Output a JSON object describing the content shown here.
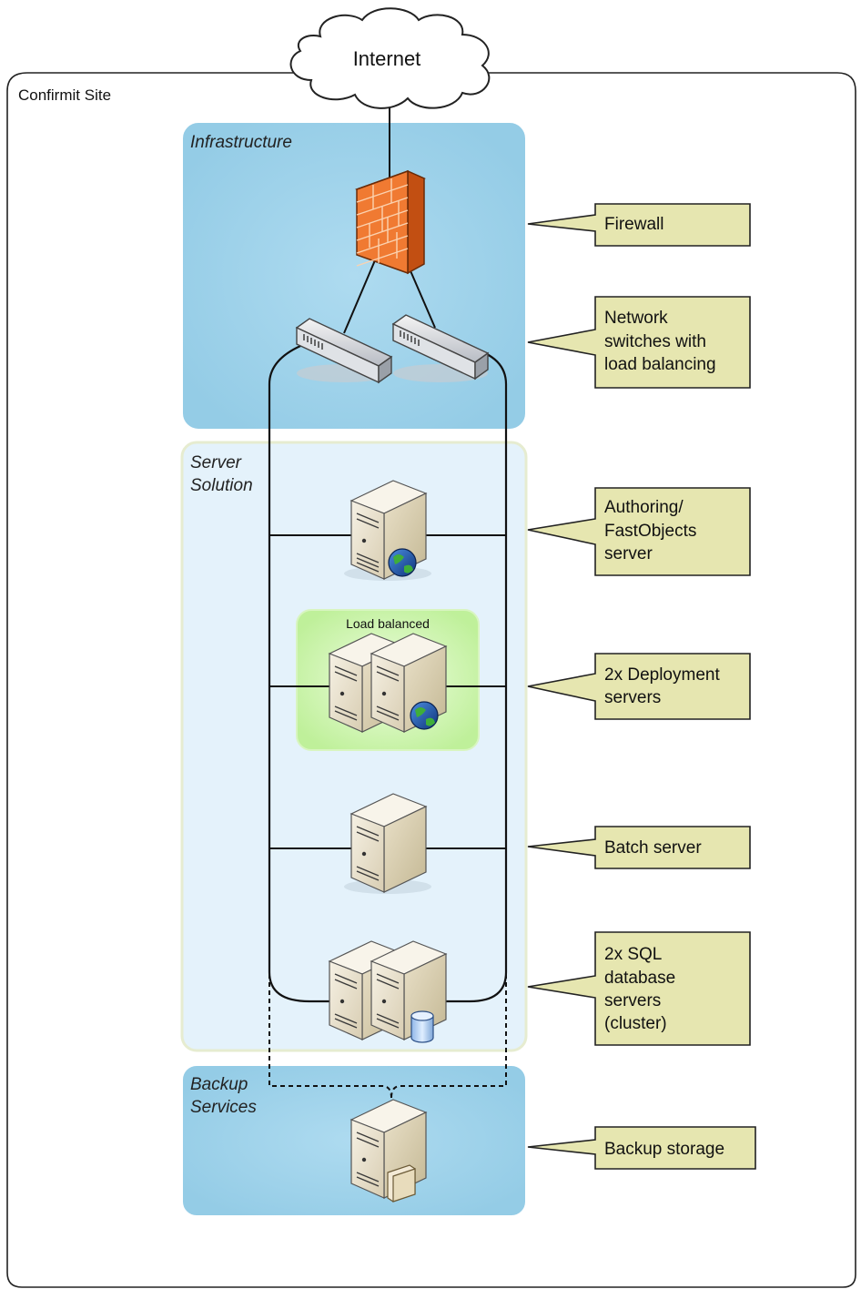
{
  "internet_label": "Internet",
  "site_label": "Confirmit Site",
  "zones": {
    "infrastructure": "Infrastructure",
    "server_solution": [
      "Server",
      "Solution"
    ],
    "backup_services": [
      "Backup",
      "Services"
    ]
  },
  "load_balanced_label": "Load balanced",
  "callouts": {
    "firewall": [
      "Firewall"
    ],
    "switches": [
      "Network",
      "switches with",
      "load balancing"
    ],
    "authoring": [
      "Authoring/",
      "FastObjects",
      "server"
    ],
    "deployment": [
      "2x Deployment",
      "servers"
    ],
    "batch": [
      "Batch server"
    ],
    "sql": [
      "2x SQL",
      "database",
      "servers",
      "(cluster)"
    ],
    "backup": [
      "Backup storage"
    ]
  },
  "colors": {
    "zone_blue": "#9dd1e9",
    "zone_light": "#e4f2fb",
    "zone_light_border": "#e6ecd0",
    "load_balanced_green": "#c8f2a4",
    "callout_fill": "#e6e6b0",
    "firewall_orange": "#f07a32",
    "server_beige": "#e6dcc4"
  }
}
